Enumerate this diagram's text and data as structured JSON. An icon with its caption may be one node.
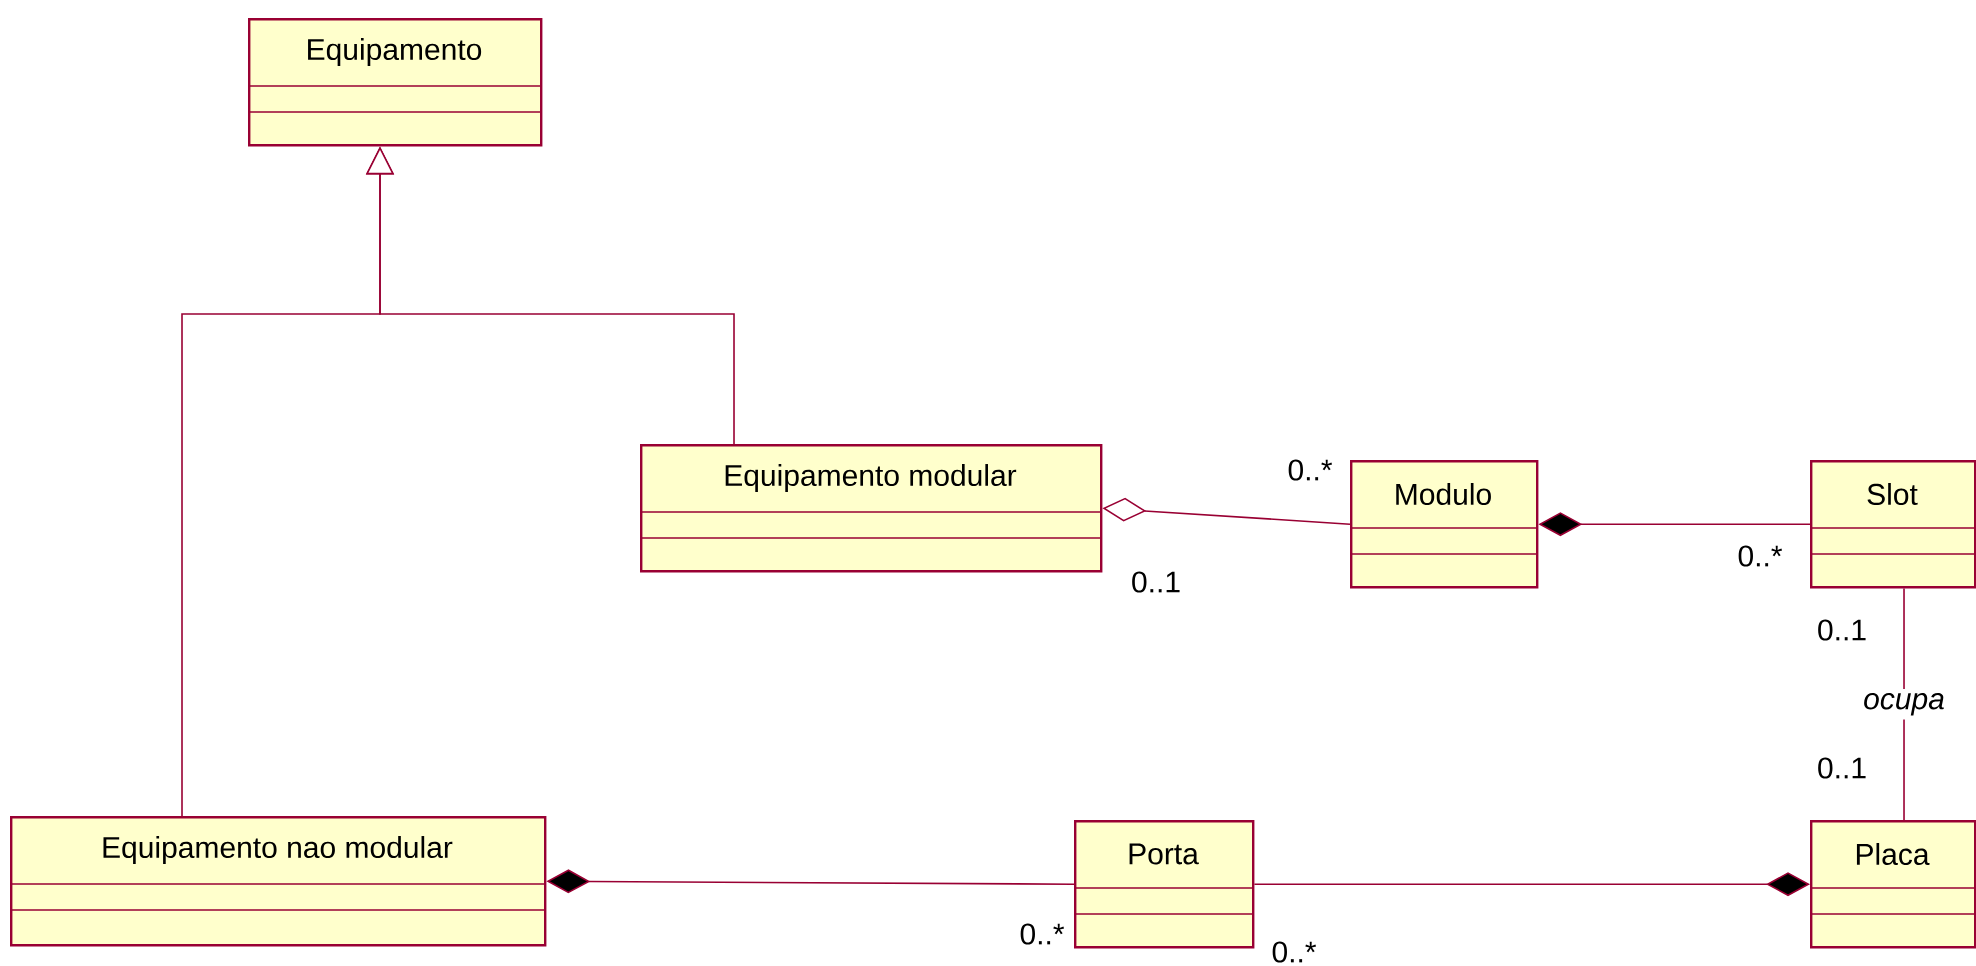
{
  "diagram": {
    "nodes": [
      {
        "text": [
          "Equipamento"
        ]
      },
      {
        "text": [
          "Equipamento modular"
        ]
      },
      {
        "text": [
          "Modulo"
        ]
      },
      {
        "text": [
          "Slot"
        ]
      },
      {
        "text": [
          "Equipamento nao modular"
        ]
      },
      {
        "text": [
          "Porta"
        ]
      },
      {
        "text": [
          "Placa"
        ]
      }
    ],
    "edges": [
      {
        "from": 4,
        "to": 0,
        "arrow": "to"
      },
      {
        "from": 1,
        "to": 0,
        "arrow": "to"
      },
      {
        "from": 1,
        "to": 2,
        "arrow": "other"
      },
      {
        "from": 2,
        "to": 3,
        "arrow": "other"
      },
      {
        "from": 3,
        "to": 6,
        "arrow": "none",
        "label": "ocupa"
      },
      {
        "from": 4,
        "to": 5,
        "arrow": "other"
      },
      {
        "from": 6,
        "to": 5,
        "arrow": "other"
      }
    ],
    "labels": [
      "0..*",
      "0..1",
      "0..*",
      "0..1",
      "0..1",
      "0..*",
      "0..*"
    ]
  }
}
